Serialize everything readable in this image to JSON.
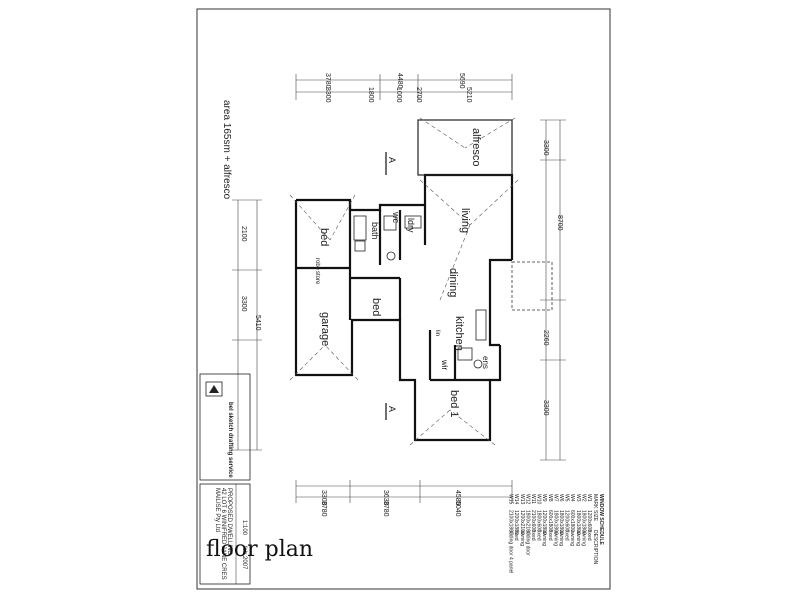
{
  "caption": "floor plan",
  "area_note": "area 165sm + alfresco",
  "rooms": {
    "alfresco": "alfresco",
    "living": "living",
    "dining": "dining",
    "kitchen": "kitchen",
    "bed_top": "bed",
    "bed_mid": "bed",
    "bed_1": "bed 1",
    "garage": "garage",
    "bath": "bath",
    "wc": "wc",
    "ldry": "ldry",
    "robe": "robe",
    "store": "store",
    "wir": "wir",
    "ens": "ens",
    "linen": "lin"
  },
  "dims": {
    "top_outer": [
      "3780",
      "4480",
      "5690"
    ],
    "top_inner": [
      "3300",
      "1800",
      "1000",
      "2700",
      "5210"
    ],
    "bottom_inner": [
      "3300",
      "3630",
      "4580"
    ],
    "bottom_outer": [
      "3780",
      "3780",
      "5040"
    ],
    "right": [
      "3300",
      "8700",
      "2260",
      "3300"
    ],
    "left": [
      "2100",
      "3300",
      "5410"
    ]
  },
  "section_marker": "A",
  "title_block": {
    "company": "bel sketch drafting service",
    "client": "MAILISE Pty Ltd",
    "address_line1": "42 LOT 6 WINIFRED JANE CRES",
    "project": "PROPOSED DWELLING",
    "scale": "1:100",
    "date": "feb 2007"
  },
  "window_schedule": {
    "title": "WINDOW SCHEDULE",
    "header": [
      "MARK",
      "SIZE",
      "DESCRIPTION"
    ],
    "rows": [
      [
        "W1",
        "1200x600",
        "fixed"
      ],
      [
        "W2",
        "1800x1800",
        "awning"
      ],
      [
        "W3",
        "1800x1800",
        "awning"
      ],
      [
        "W4",
        "600x1800",
        "awning"
      ],
      [
        "W5",
        "1200x600",
        "fixed"
      ],
      [
        "W6",
        "1800x1800",
        "awning"
      ],
      [
        "W7",
        "1800x1800",
        "awning"
      ],
      [
        "W8",
        "600x1800",
        "fixed"
      ],
      [
        "W9",
        "1200x1800",
        "awning"
      ],
      [
        "W10",
        "1800x600",
        "fixed"
      ],
      [
        "W11",
        "2100x600",
        "fixed"
      ],
      [
        "W12",
        "1800x2100",
        "sliding door"
      ],
      [
        "W13",
        "1200x2100",
        "awning"
      ],
      [
        "W14",
        "1200x1800",
        "fixed"
      ],
      [
        "W15",
        "2100x1800",
        "sliding door 4 panel"
      ]
    ]
  }
}
